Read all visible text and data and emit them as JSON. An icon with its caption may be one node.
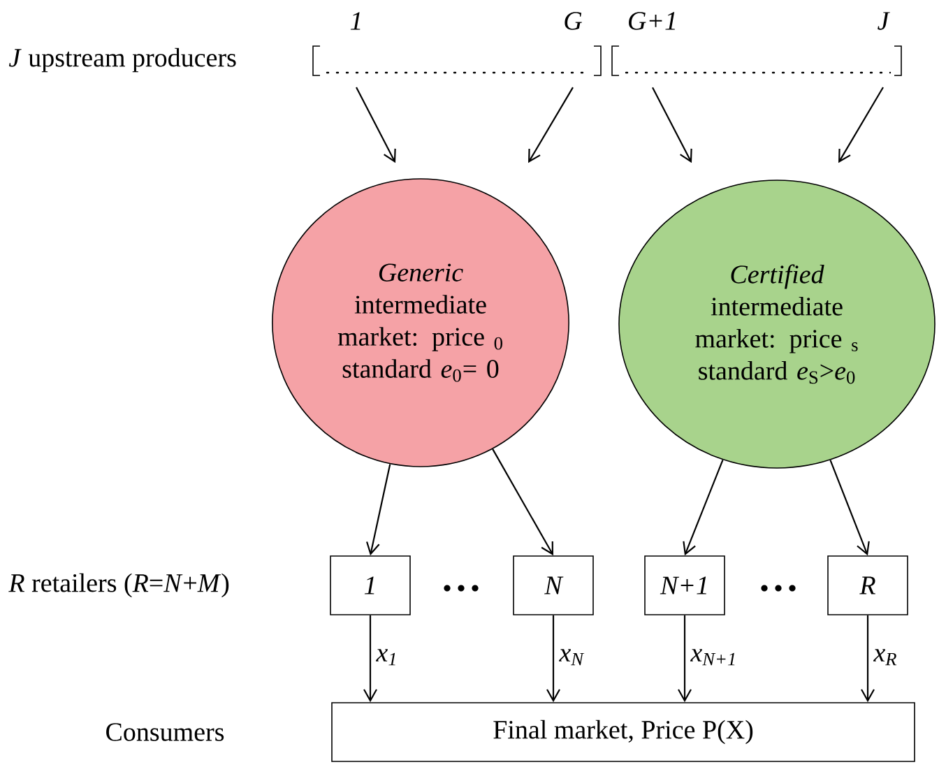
{
  "diagram": {
    "nodes": [
      {
        "text": [
          "1"
        ]
      },
      {
        "text": [
          "G"
        ]
      },
      {
        "text": [
          "G+1"
        ]
      },
      {
        "text": [
          "J"
        ]
      },
      {
        "text": [
          "*Generic* intermediate market: price $_{0}$ standard *e*$_{0}$= 0"
        ]
      },
      {
        "text": [
          "*Certified* intermediate market: price $_{s}$ standard *e*$_{S}$>*e*$_{0}$"
        ]
      },
      {
        "text": [
          "1"
        ]
      },
      {
        "text": [
          "N"
        ]
      },
      {
        "text": [
          "N+1"
        ]
      },
      {
        "text": [
          "R"
        ]
      },
      {
        "text": [
          "Final market, Price P(X)"
        ]
      }
    ],
    "edges": [
      {
        "from": 0,
        "to": 4,
        "arrow": "to"
      },
      {
        "from": 1,
        "to": 4,
        "arrow": "to"
      },
      {
        "from": 2,
        "to": 5,
        "arrow": "to"
      },
      {
        "from": 3,
        "to": 5,
        "arrow": "to"
      },
      {
        "from": 4,
        "to": 6,
        "arrow": "to"
      },
      {
        "from": 4,
        "to": 7,
        "arrow": "to"
      },
      {
        "from": 5,
        "to": 8,
        "arrow": "to"
      },
      {
        "from": 5,
        "to": 9,
        "arrow": "to"
      },
      {
        "from": 6,
        "to": 10,
        "arrow": "to",
        "label": "x$_{1}$"
      },
      {
        "from": 7,
        "to": 10,
        "arrow": "to",
        "label": "x$_{N}$"
      },
      {
        "from": 8,
        "to": 10,
        "arrow": "to",
        "label": "x$_{N+1}$"
      },
      {
        "from": 9,
        "to": 10,
        "arrow": "to",
        "label": "x$_{R}$"
      }
    ],
    "labels": [
      "*J* upstream producers",
      "*R* retailers (*R*=*N*+*M*)",
      "Consumers"
    ]
  }
}
